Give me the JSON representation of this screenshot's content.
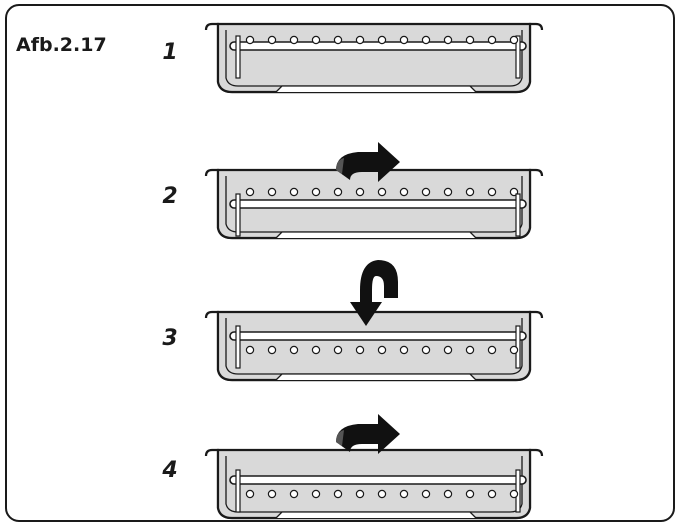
{
  "figure": {
    "label": "Afb.2.17"
  },
  "steps": [
    {
      "number": "1",
      "wire_rack": "top",
      "arrow": "none",
      "colors": {
        "tray_fill": "#d9d9d9",
        "stroke": "#1a1a1a"
      }
    },
    {
      "number": "2",
      "wire_rack": "raised",
      "arrow": "rotate-right"
    },
    {
      "number": "3",
      "wire_rack": "middle",
      "arrow": "down-turn"
    },
    {
      "number": "4",
      "wire_rack": "bottom",
      "arrow": "rotate-right"
    }
  ]
}
